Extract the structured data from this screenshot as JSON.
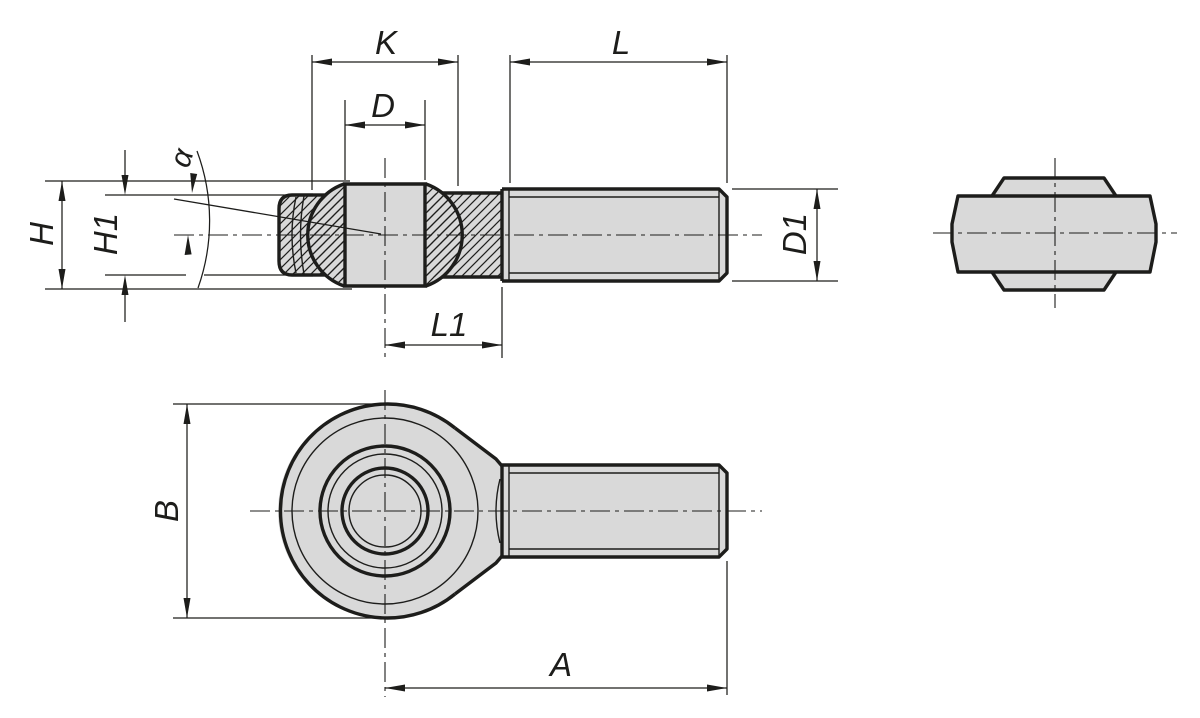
{
  "drawing": {
    "type": "technical-drawing",
    "subject": "rod-end-with-threaded-shank",
    "colors": {
      "line": "#1d1d1b",
      "part_fill": "#d9d9d9",
      "background": "#ffffff"
    },
    "views": {
      "side_section": "side-section-view",
      "ball_insert": "ball-insert-view",
      "plan": "top-view"
    },
    "labels": {
      "K": "K",
      "D": "D",
      "L": "L",
      "L1": "L1",
      "A": "A",
      "B": "B",
      "H": "H",
      "H1": "H1",
      "D1": "D1",
      "alpha": "α"
    }
  }
}
